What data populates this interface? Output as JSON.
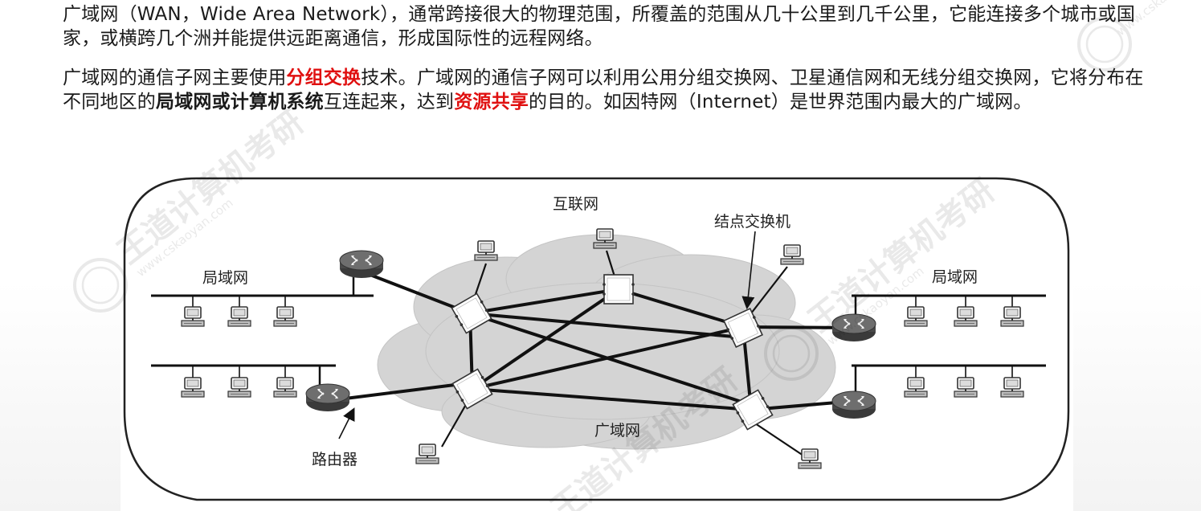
{
  "text": {
    "p1": "广域网（WAN，Wide Area Network），通常跨接很大的物理范围，所覆盖的范围从几十公里到几千公里，它能连接多个城市或国家，或横跨几个洲并能提供远距离通信，形成国际性的远程网络。",
    "p2_1": "广域网的通信子网主要使用",
    "p2_hl1": "分组交换",
    "p2_2": "技术。广域网的通信子网可以利用公用分组交换网、卫星通信网和无线分组交换网，它将分布在不同地区的",
    "p2_hl2": "局域网或计算机系统",
    "p2_3": "互连起来，达到",
    "p2_hl3": "资源共享",
    "p2_4": "的目的。如因特网（Internet）是世界范围内最大的广域网。"
  },
  "diagram": {
    "internet_label": "互联网",
    "wan_label": "广域网",
    "lan_left_label": "局域网",
    "lan_right_label": "局域网",
    "node_switch_label": "结点交换机",
    "router_label": "路由器"
  },
  "watermark": {
    "brand": "王道计算机考研",
    "site": "www.cskaoyan.com"
  },
  "colors": {
    "highlight_red": "#e01010",
    "router_fill": "#5a5a5a",
    "cloud_fill": "#d4d4d4"
  }
}
